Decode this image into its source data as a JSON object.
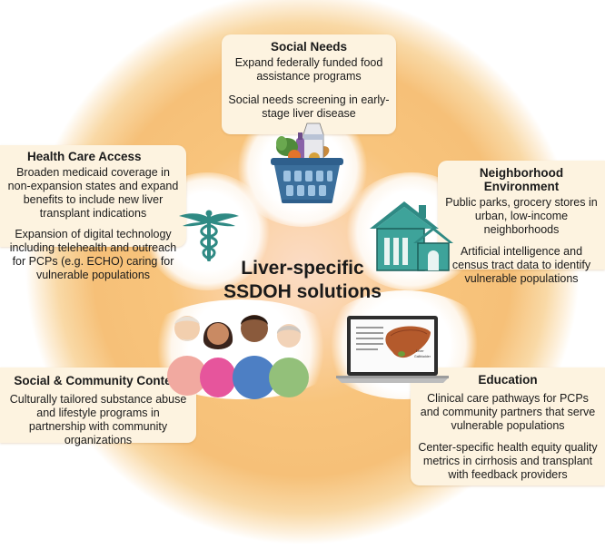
{
  "center": {
    "line1": "Liver-specific",
    "line2": "SSDOH solutions"
  },
  "social_needs": {
    "title": "Social Needs",
    "items": [
      "Expand federally funded food assistance programs",
      "Social needs screening in early-stage liver disease"
    ]
  },
  "health_care_access": {
    "title": "Health Care Access",
    "items": [
      "Broaden medicaid coverage in non-expansion states and expand benefits to include new liver transplant indications",
      "Expansion of digital technology including telehealth and outreach for PCPs (e.g. ECHO) caring for vulnerable populations"
    ]
  },
  "neighborhood_environment": {
    "title": "Neighborhood Environment",
    "items": [
      "Public parks, grocery stores in urban, low-income neighborhoods",
      "Artificial intelligence and census tract data to identify vulnerable populations"
    ]
  },
  "social_community": {
    "title": "Social & Community Context",
    "items": [
      "Culturally tailored substance abuse and lifestyle programs in partnership with community organizations"
    ]
  },
  "education": {
    "title": "Education",
    "items": [
      "Clinical care pathways for PCPs and community partners that serve vulnerable populations",
      "Center-specific health equity quality metrics in cirrhosis and transplant with feedback providers"
    ]
  },
  "laptop_labels": {
    "liver": "Liver",
    "gallbladder": "Gallbladder"
  },
  "icons": [
    "grocery-basket-icon",
    "caduceus-icon",
    "house-icon",
    "people-group-icon",
    "laptop-liver-icon"
  ],
  "colors": {
    "glow": "#f6c078",
    "box": "#fdf3e0",
    "teal": "#2f8a84",
    "basket": "#3b6f9c"
  }
}
